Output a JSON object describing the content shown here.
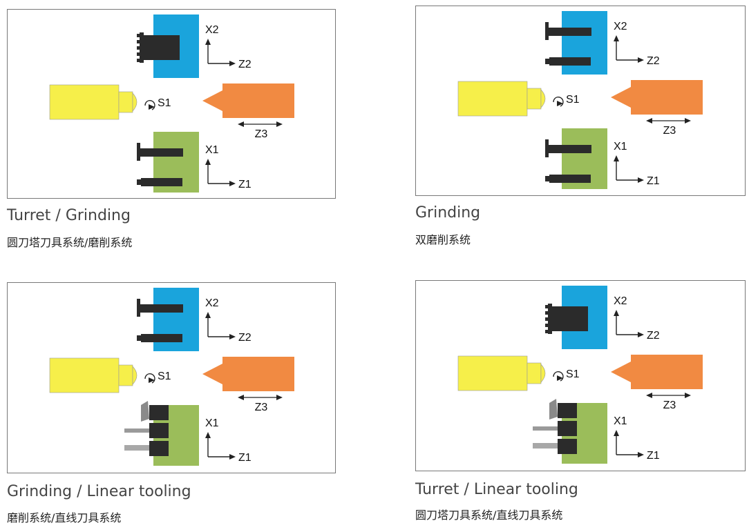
{
  "colors": {
    "spindle": "#f6ef4a",
    "upper_slide": "#1aa4dc",
    "lower_slide": "#9bbd5a",
    "tailstock": "#f18a42",
    "tool": "#2b2b2b",
    "arrow": "#222222"
  },
  "labels": {
    "x2": "X2",
    "z2": "Z2",
    "x1": "X1",
    "z1": "Z1",
    "z3": "Z3",
    "s1": "S1"
  },
  "panels": [
    {
      "caption_en": "Turret / Grinding",
      "caption_cn": "圆刀塔刀具系统/磨削系统",
      "upper_tool": "turret",
      "lower_tool": "grinding"
    },
    {
      "caption_en": "Grinding",
      "caption_cn": "双磨削系统",
      "upper_tool": "grinding",
      "lower_tool": "grinding"
    },
    {
      "caption_en": "Grinding / Linear tooling",
      "caption_cn": "磨削系统/直线刀具系统",
      "upper_tool": "grinding",
      "lower_tool": "linear"
    },
    {
      "caption_en": "Turret / Linear tooling",
      "caption_cn": "圆刀塔刀具系统/直线刀具系统",
      "upper_tool": "turret",
      "lower_tool": "linear"
    }
  ]
}
